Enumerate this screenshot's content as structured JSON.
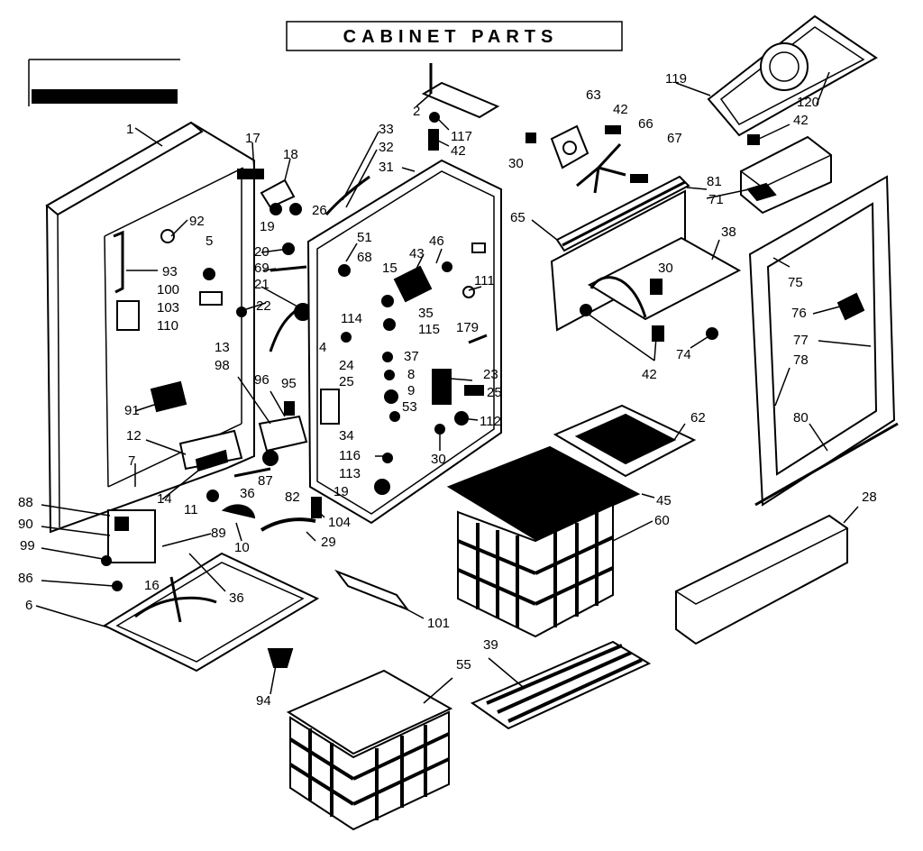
{
  "header": {
    "title": "CABINET PARTS",
    "subtitle": ""
  },
  "callouts": {
    "p1": "1",
    "p2": "2",
    "p117": "117",
    "p42a": "42",
    "p17": "17",
    "p18": "18",
    "p33": "33",
    "p32": "32",
    "p31": "31",
    "p26": "26",
    "p19a": "19",
    "p92": "92",
    "p5": "5",
    "p93": "93",
    "p100": "100",
    "p103": "103",
    "p110": "110",
    "p20": "20",
    "p69": "69",
    "p21": "21",
    "p22": "22",
    "p13": "13",
    "p98": "98",
    "p51": "51",
    "p68": "68",
    "p43": "43",
    "p46": "46",
    "p15": "15",
    "p111": "111",
    "p114": "114",
    "p35": "35",
    "p115": "115",
    "p179": "179",
    "p4": "4",
    "p37": "37",
    "p24": "24",
    "p25a": "25",
    "p8": "8",
    "p9": "9",
    "p53": "53",
    "p23": "23",
    "p25b": "25",
    "p34": "34",
    "p112": "112",
    "p116": "116",
    "p30b": "30",
    "p113": "113",
    "p19b": "19",
    "p96": "96",
    "p95": "95",
    "p91": "91",
    "p12": "12",
    "p7": "7",
    "p14": "14",
    "p36a": "36",
    "p87": "87",
    "p82": "82",
    "p11": "11",
    "p104": "104",
    "p10": "10",
    "p29": "29",
    "p88": "88",
    "p90": "90",
    "p99": "99",
    "p89": "89",
    "p86": "86",
    "p16": "16",
    "p36b": "36",
    "p6": "6",
    "p94": "94",
    "p101": "101",
    "p63": "63",
    "p42b": "42",
    "p66": "66",
    "p67": "67",
    "p30a": "30",
    "p119": "119",
    "p120": "120",
    "p42c": "42",
    "p81": "81",
    "p71": "71",
    "p65": "65",
    "p38": "38",
    "p30c": "30",
    "p42d": "42",
    "p74": "74",
    "p75": "75",
    "p76": "76",
    "p77": "77",
    "p78": "78",
    "p80": "80",
    "p62": "62",
    "p45": "45",
    "p60": "60",
    "p28": "28",
    "p39": "39",
    "p55": "55"
  }
}
